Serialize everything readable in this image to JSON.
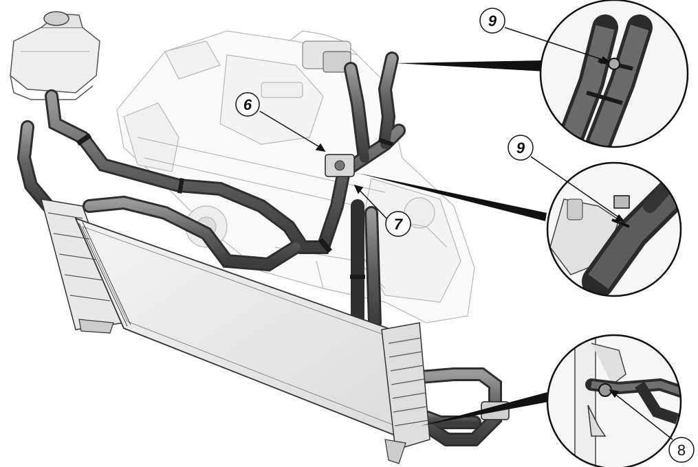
{
  "callouts": {
    "c6": "6",
    "c7": "7",
    "c8": "8",
    "c9_top": "9",
    "c9_mid": "9"
  }
}
